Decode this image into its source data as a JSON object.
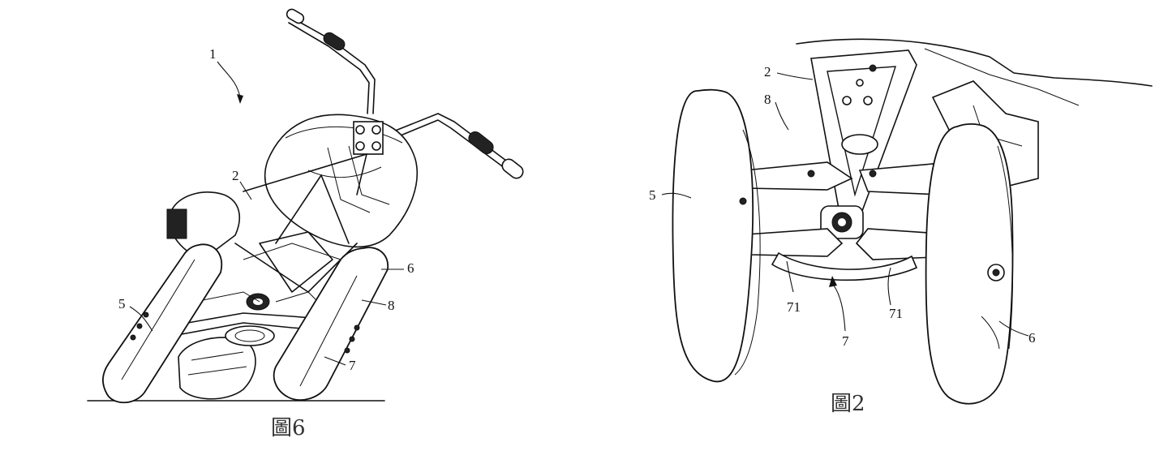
{
  "figures": [
    {
      "caption": "圖6",
      "labels": [
        "1",
        "2",
        "5",
        "6",
        "7",
        "8"
      ]
    },
    {
      "caption": "圖2",
      "labels": [
        "2",
        "8",
        "5",
        "6",
        "71",
        "71",
        "7"
      ]
    }
  ]
}
